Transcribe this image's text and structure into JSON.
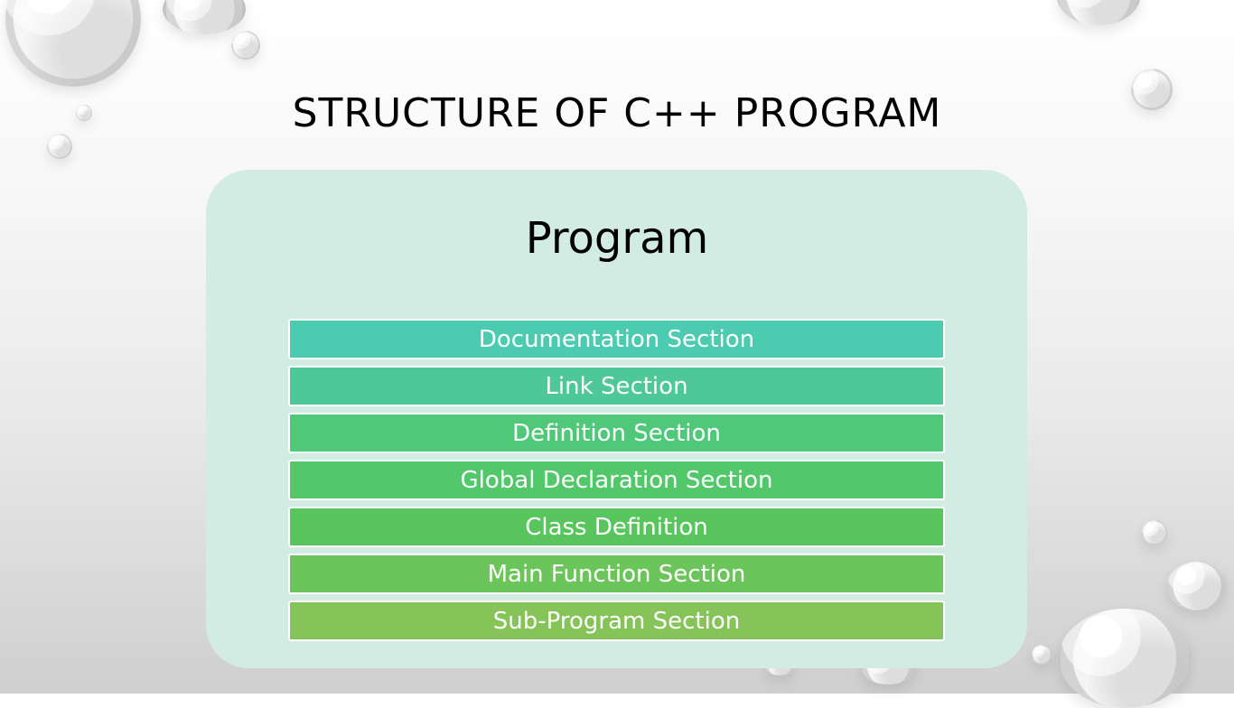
{
  "slide": {
    "title": "STRUCTURE OF C++ PROGRAM",
    "panel": {
      "title": "Program",
      "sections": [
        {
          "label": "Documentation Section",
          "color": "#4ccbb0"
        },
        {
          "label": "Link Section",
          "color": "#4ec896"
        },
        {
          "label": "Definition Section",
          "color": "#4fc87a"
        },
        {
          "label": "Global Declaration Section",
          "color": "#53c86a"
        },
        {
          "label": "Class Definition",
          "color": "#58c65c"
        },
        {
          "label": "Main Function Section",
          "color": "#6cc55a"
        },
        {
          "label": "Sub-Program Section",
          "color": "#86c45a"
        }
      ]
    }
  }
}
